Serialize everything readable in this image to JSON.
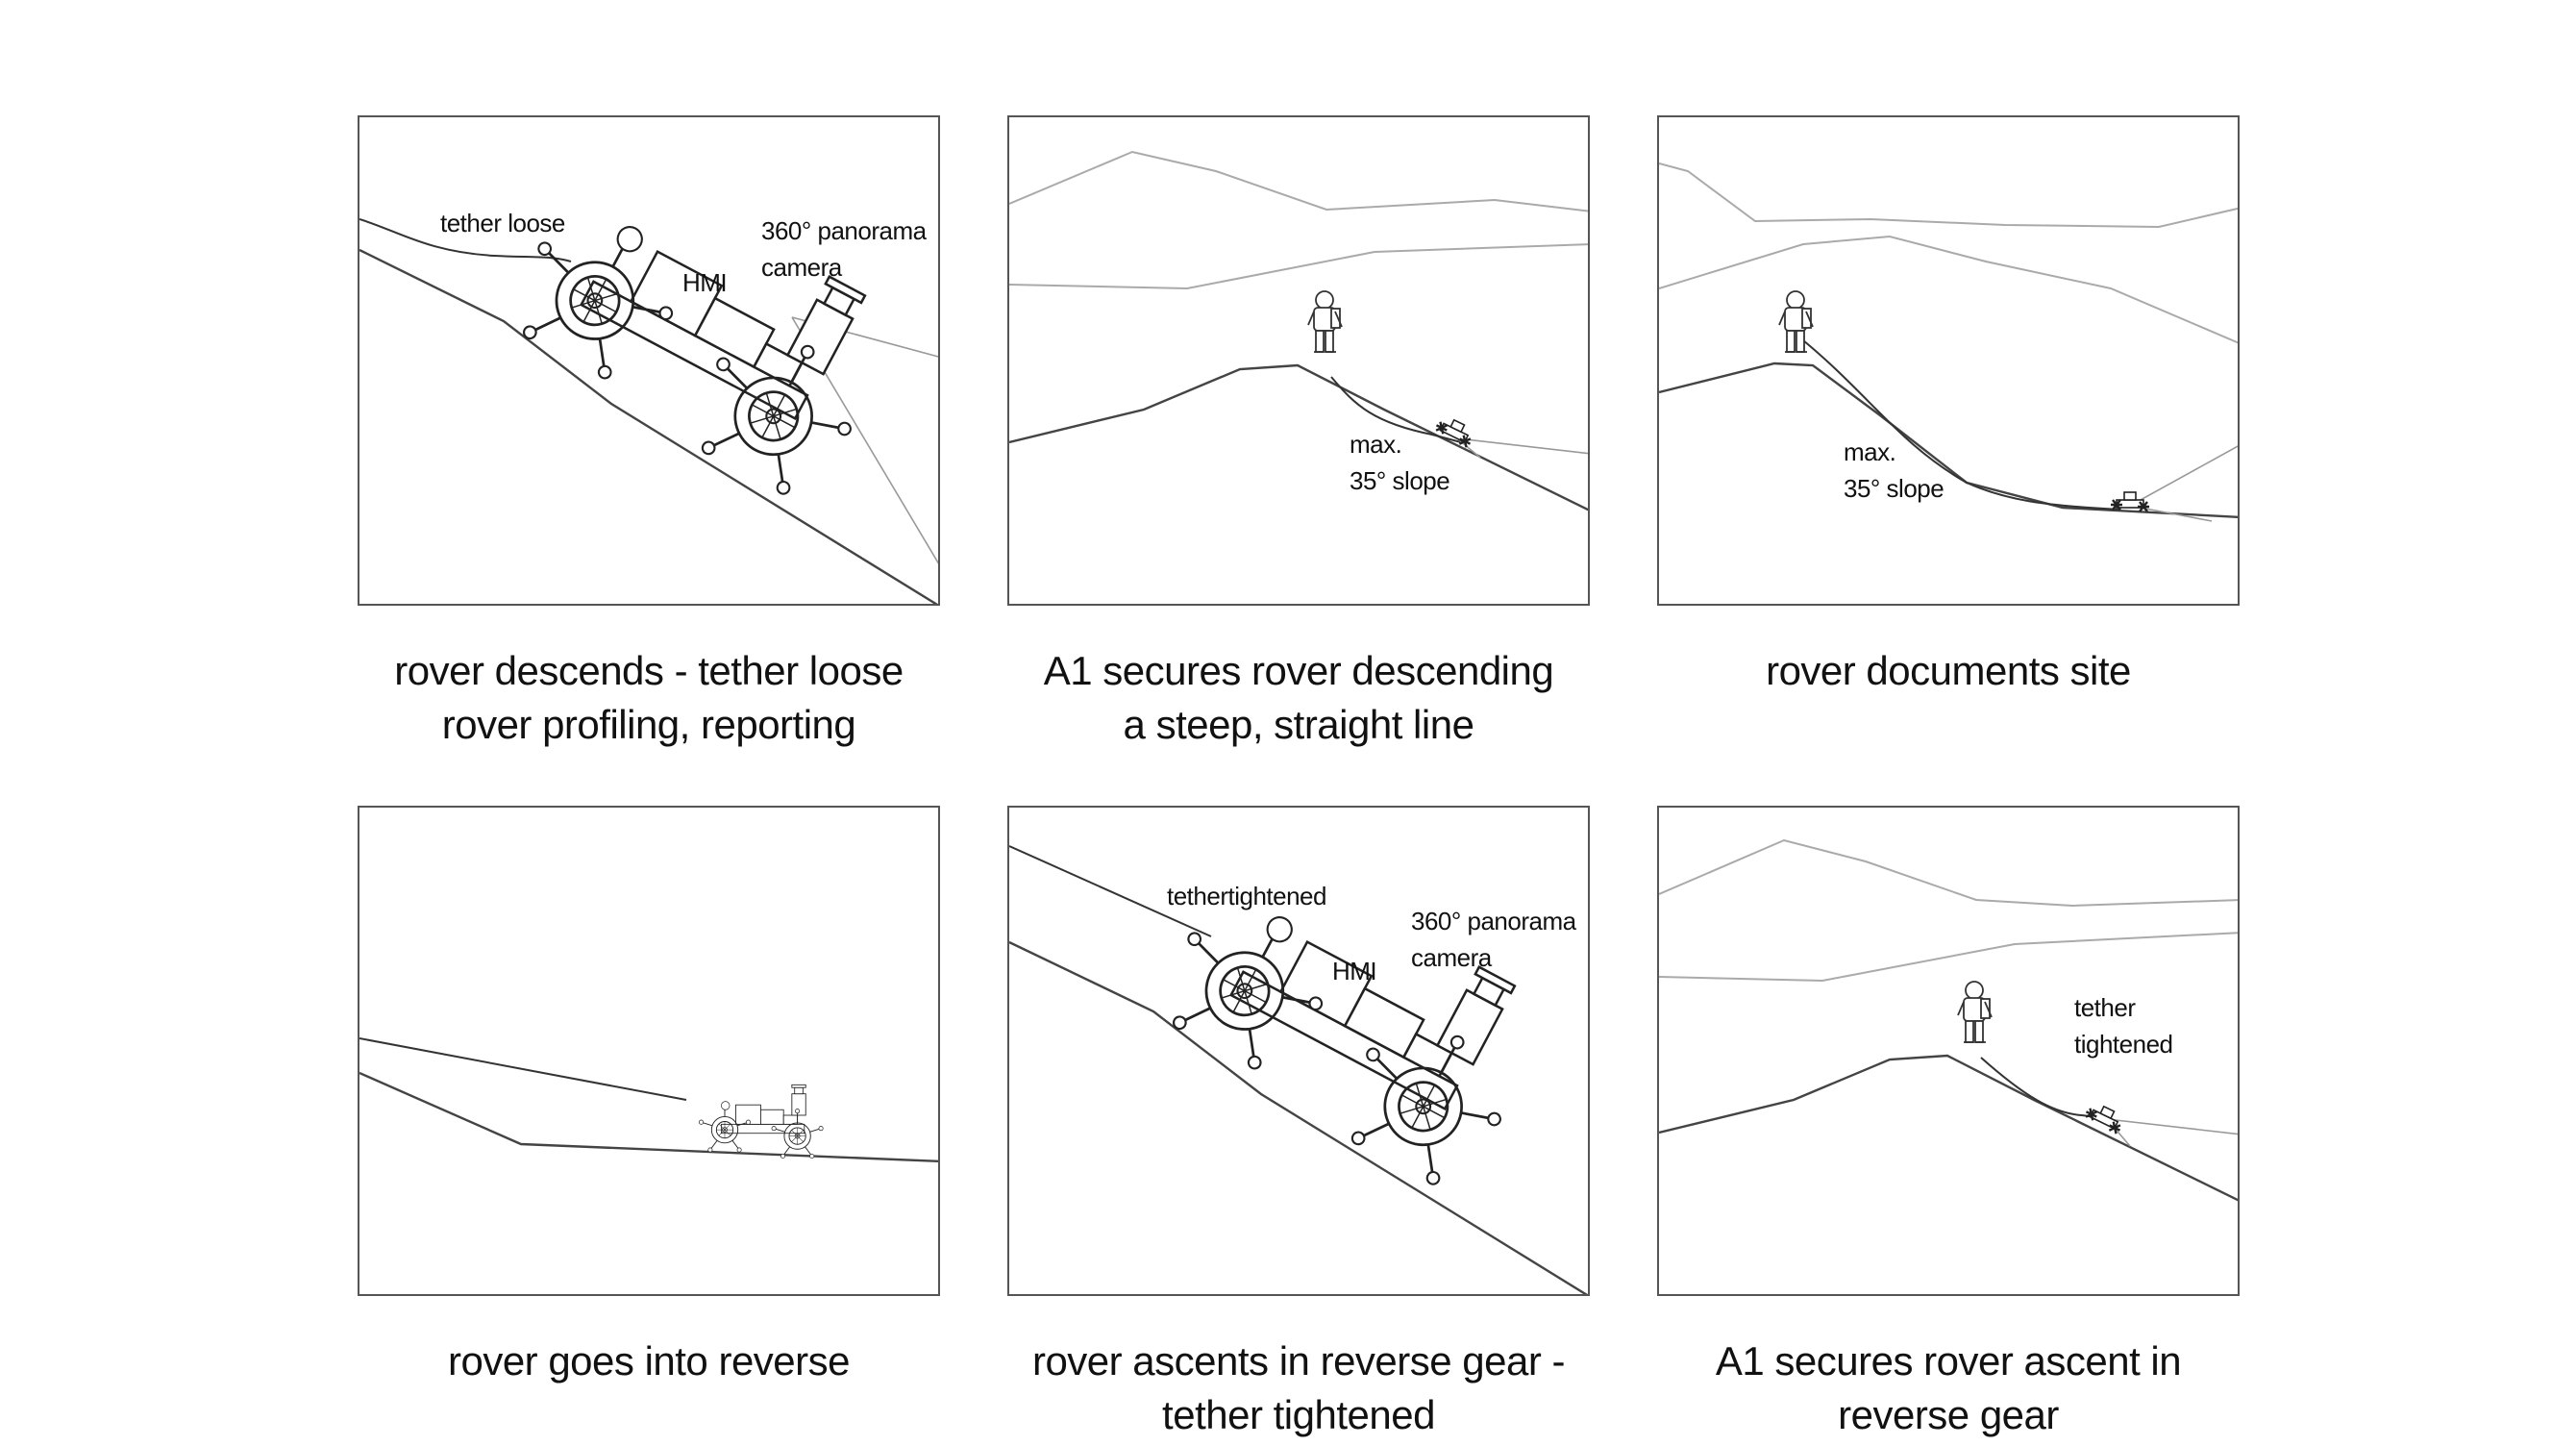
{
  "panels": [
    {
      "labels": {
        "tether": "tether loose",
        "hmi": "HMI",
        "camera_line1": "360° panorama",
        "camera_line2": "camera"
      },
      "caption": [
        "rover descends - tether loose",
        "rover profiling, reporting"
      ]
    },
    {
      "labels": {
        "slope_line1": "max.",
        "slope_line2": "35° slope"
      },
      "caption": [
        "A1 secures rover descending",
        "a steep, straight line"
      ]
    },
    {
      "labels": {
        "slope_line1": "max.",
        "slope_line2": "35° slope"
      },
      "caption": [
        "rover documents site"
      ]
    },
    {
      "labels": {},
      "caption": [
        "rover goes into reverse"
      ]
    },
    {
      "labels": {
        "tether": "tethertightened",
        "hmi": "HMI",
        "camera_line1": "360° panorama",
        "camera_line2": "camera"
      },
      "caption": [
        "rover ascents in reverse gear -",
        "tether tightened"
      ]
    },
    {
      "labels": {
        "tether_line1": "tether",
        "tether_line2": "tightened"
      },
      "caption": [
        "A1 secures rover ascent in",
        "reverse gear"
      ]
    }
  ]
}
